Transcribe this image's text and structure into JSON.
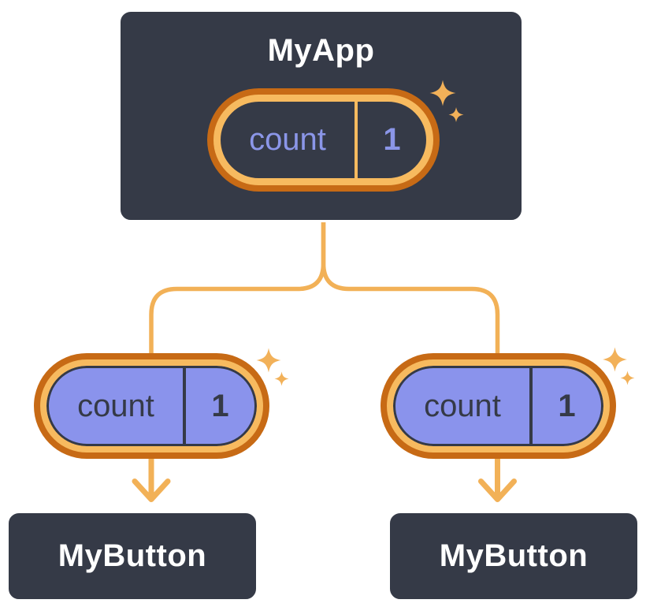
{
  "diagram": {
    "description": "Component tree sharing state: parent passes count state down to two children",
    "root": {
      "title": "MyApp",
      "state": {
        "label": "count",
        "value": "1"
      }
    },
    "children": [
      {
        "title": "MyButton",
        "state": {
          "label": "count",
          "value": "1"
        }
      },
      {
        "title": "MyButton",
        "state": {
          "label": "count",
          "value": "1"
        }
      }
    ]
  },
  "colors": {
    "card_bg": "#353A47",
    "card_border": "#FFFFFF",
    "title_text": "#FFFFFF",
    "ring_outer": "#C76A15",
    "ring_inner": "#F7BA5F",
    "child_pill_fill": "#8A93EC",
    "root_state_text": "#8B96E8",
    "child_state_text": "#353A47",
    "line": "#F2B157",
    "sparkle": "#F2B159"
  }
}
